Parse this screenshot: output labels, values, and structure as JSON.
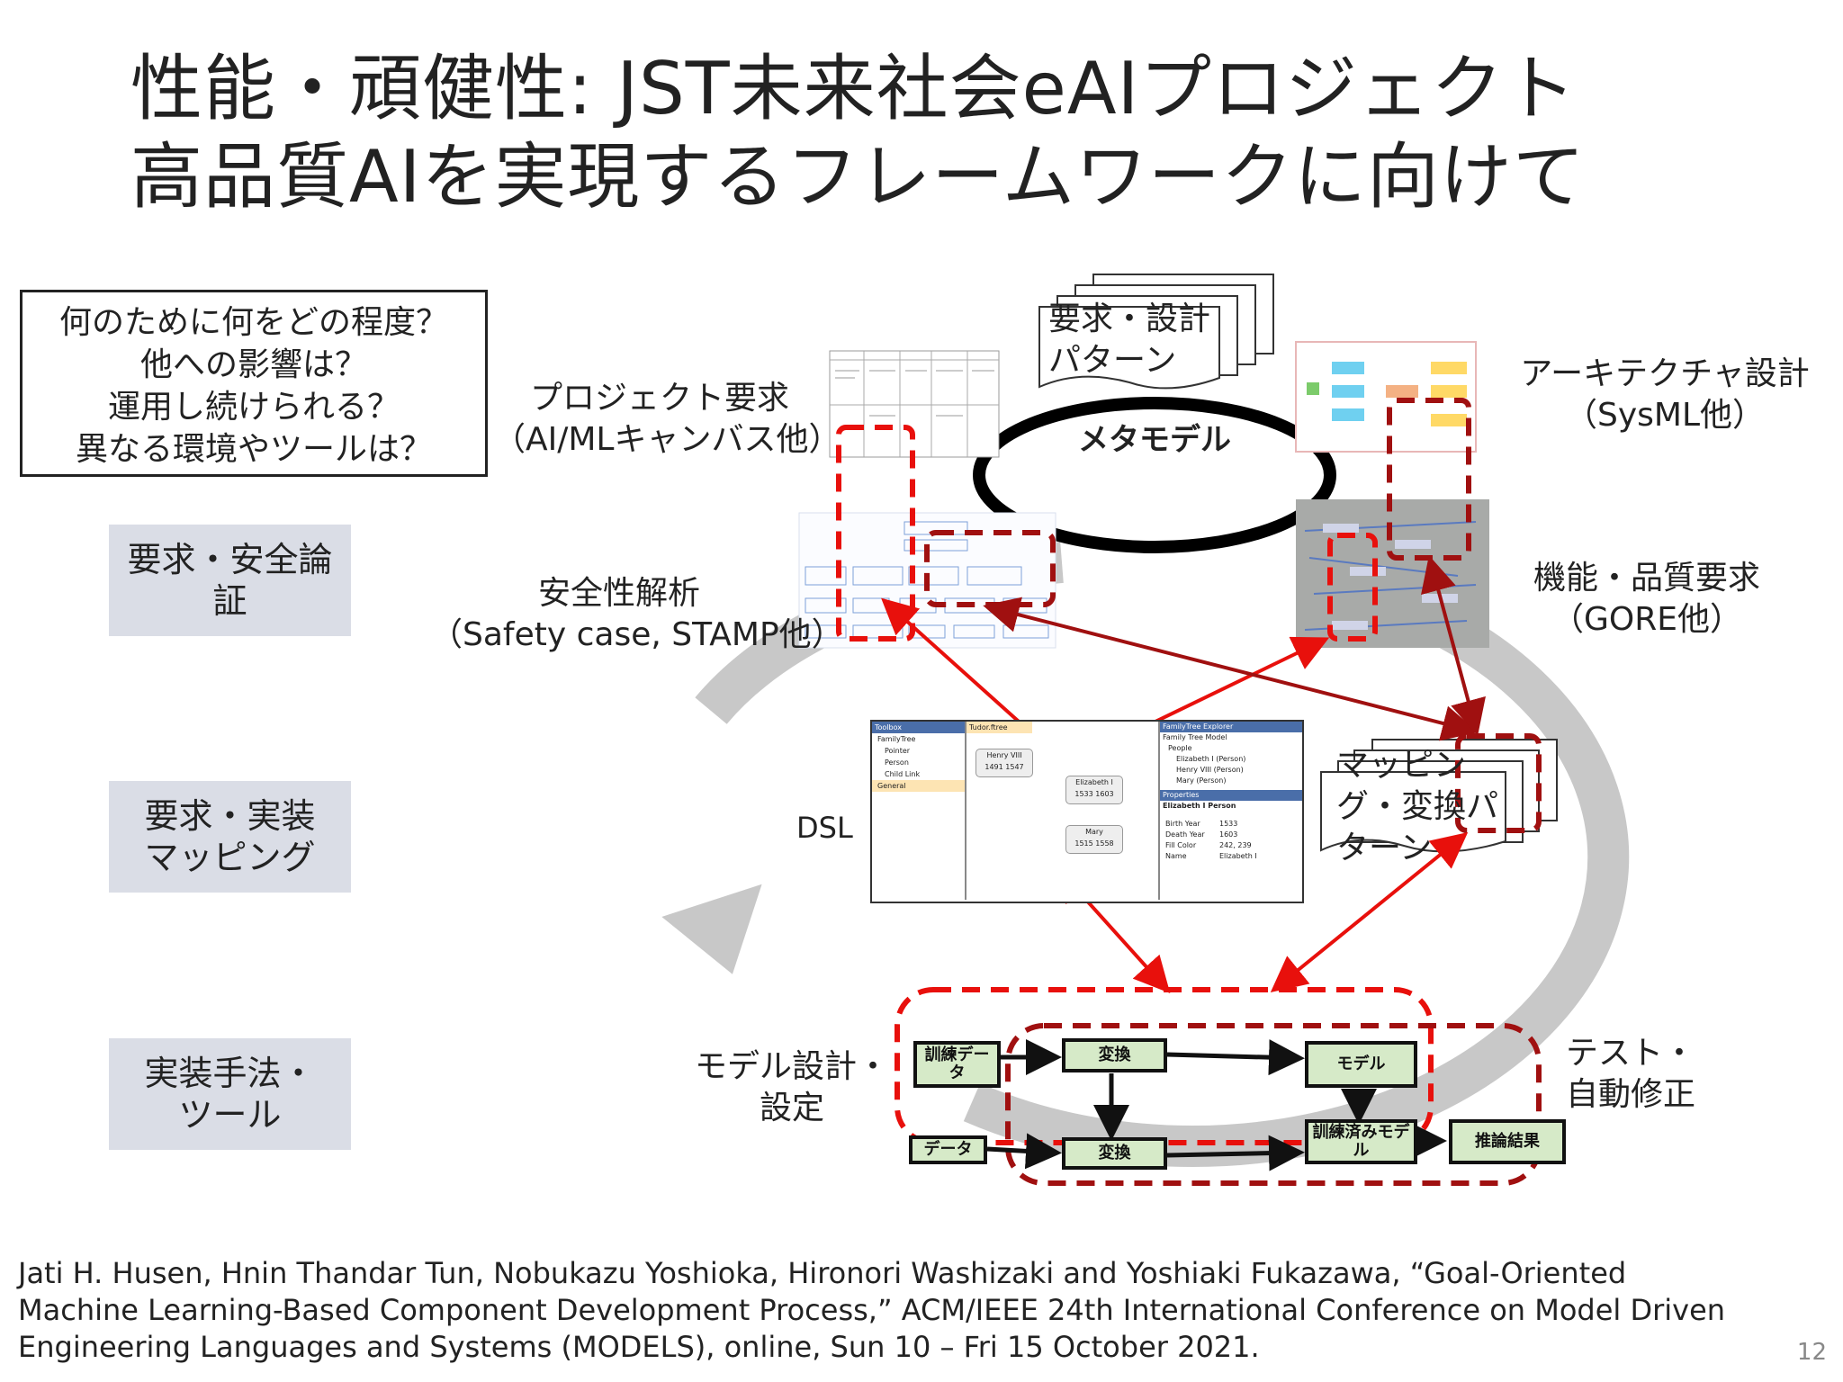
{
  "title": {
    "line1": "性能・頑健性: JST未来社会eAIプロジェクト",
    "line2": "高品質AIを実現するフレームワークに向けて"
  },
  "questions": [
    "何のために何をどの程度？",
    "他への影響は？",
    "運用し続けられる？",
    "異なる環境やツールは？"
  ],
  "left_boxes": [
    {
      "line1": "要求・安全論",
      "line2": "証"
    },
    {
      "line1": "要求・実装",
      "line2": "マッピング"
    },
    {
      "line1": "実装手法・",
      "line2": "ツール"
    }
  ],
  "labels": {
    "project_req": {
      "line1": "プロジェクト要求",
      "line2": "（AI/MLキャンバス他）"
    },
    "patterns": {
      "line1": "要求・設計",
      "line2": "パターン"
    },
    "metamodel": "メタモデル",
    "architecture": {
      "line1": "アーキテクチャ設計",
      "line2": "（SysML他）"
    },
    "safety": {
      "line1": "安全性解析",
      "line2": "（Safety case, STAMP他）"
    },
    "functional": {
      "line1": "機能・品質要求",
      "line2": "（GORE他）"
    },
    "mapping": {
      "line1": "マッピン",
      "line2": "グ・変換パ",
      "line3": "ターン"
    },
    "dsl": "DSL",
    "model_design": {
      "line1": "モデル設計・",
      "line2": "設定"
    },
    "test": {
      "line1": "テスト・",
      "line2": "自動修正"
    }
  },
  "flow": {
    "train_data": "訓練データ",
    "transform1": "変換",
    "model": "モデル",
    "data": "データ",
    "transform2": "変換",
    "trained_model": "訓練済みモデル",
    "inference": "推論結果"
  },
  "dsl_window": {
    "toolbox_title": "Toolbox",
    "toolbox_items": [
      "FamilyTree",
      "Pointer",
      "Person",
      "Child Link",
      "General"
    ],
    "tab": "Tudor.ftree",
    "nodes": [
      {
        "name": "Henry VIII",
        "years": "1491  1547"
      },
      {
        "name": "Elizabeth I",
        "years": "1533  1603"
      },
      {
        "name": "Mary",
        "years": "1515  1558"
      }
    ],
    "explorer_title": "FamilyTree Explorer",
    "explorer_items": [
      "Family Tree Model",
      "People",
      "Elizabeth I (Person)",
      "Henry VIII (Person)",
      "Mary (Person)"
    ],
    "props_title": "Properties",
    "props_subject": "Elizabeth I Person",
    "props": [
      {
        "k": "Birth Year",
        "v": "1533"
      },
      {
        "k": "Death Year",
        "v": "1603"
      },
      {
        "k": "Fill Color",
        "v": "242, 239"
      },
      {
        "k": "Name",
        "v": "Elizabeth I"
      }
    ]
  },
  "citation": {
    "line1": "Jati H. Husen, Hnin Thandar Tun, Nobukazu Yoshioka, Hironori Washizaki and Yoshiaki Fukazawa, “Goal-Oriented",
    "line2": "Machine Learning-Based Component Development Process,” ACM/IEEE 24th International Conference on Model Driven",
    "line3": "Engineering Languages and Systems (MODELS), online, Sun 10 – Fri 15 October 2021."
  },
  "page_number": "12",
  "colors": {
    "red": "#e8100c",
    "dark_red": "#a01010",
    "cycle_gray": "#c8c8c8",
    "box_gray": "#dadde6",
    "flow_green": "#d6eac8"
  }
}
